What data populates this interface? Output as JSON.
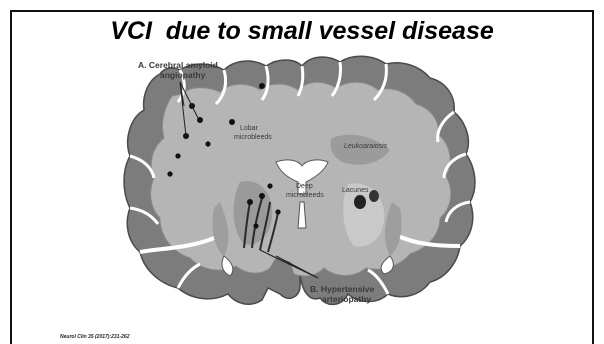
{
  "slide": {
    "title": "VCI  due to small vessel disease",
    "citation": "Neurol Clin 35 (2017):231-262"
  },
  "figure": {
    "labels": {
      "caa_line1": "A. Cerebral amyloid",
      "caa_line2": "angiopathy",
      "lobar_line1": "Lobar",
      "lobar_line2": "microbleeds",
      "leukoaraiosis": "Leukoaraiosis",
      "deep_line1": "Deep",
      "deep_line2": "microbleeds",
      "lacunes": "Lacunes",
      "ha_line1": "B. Hypertensive",
      "ha_line2": "arteriopathy"
    }
  }
}
